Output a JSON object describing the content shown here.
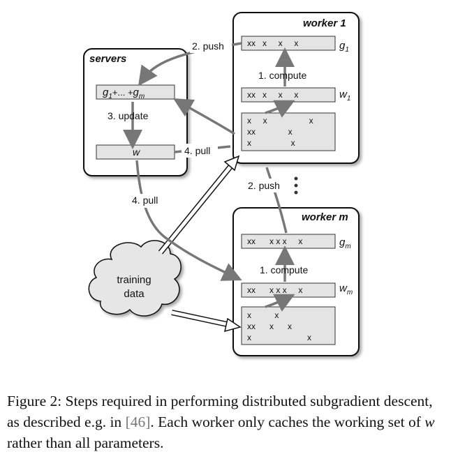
{
  "servers": {
    "title": "servers",
    "sum_label_main": "g",
    "sum_label_sub1": "1",
    "sum_label_mid": "+... +",
    "sum_label_g": "g",
    "sum_label_subm": "m",
    "w_label": "w"
  },
  "worker1": {
    "title": "worker 1",
    "g_row": "xx   x     x     x",
    "w_row": "xx   x     x     x",
    "g_label": "g",
    "g_sub": "1",
    "w_label": "w",
    "w_sub": "1",
    "data_rows": [
      "x     x                  x",
      "xx              x",
      "x                 x"
    ]
  },
  "workerm": {
    "title": "worker m",
    "g_row": "xx      x x x     x",
    "w_row": "xx      x x x     x",
    "g_label": "g",
    "g_sub": "m",
    "w_label": "w",
    "w_sub": "m",
    "data_rows": [
      "x          x",
      "xx      x      x",
      "x                        x"
    ]
  },
  "training": {
    "line1": "training",
    "line2": "data"
  },
  "labels": {
    "push_1": "2. push",
    "compute_1": "1. compute",
    "update": "3. update",
    "pull_4a": "4. pull",
    "pull_4b": "4. pull",
    "push_m": "2. push",
    "compute_m": "1. compute"
  },
  "caption": {
    "text_a": "Figure 2: Steps required in performing distributed subgradient descent, as described e.g. in ",
    "ref": "[46]",
    "text_b": ". Each worker only caches the working set of ",
    "var": "w",
    "text_c": " rather than all parameters."
  }
}
